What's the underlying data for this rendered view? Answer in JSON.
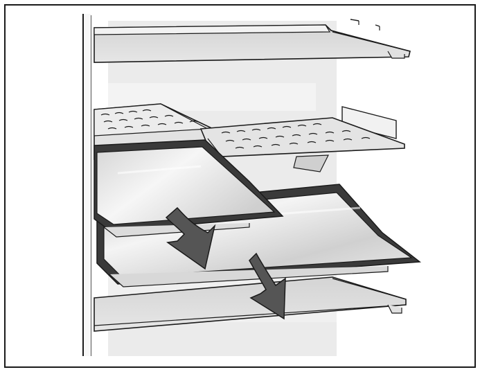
{
  "illustration": {
    "subject": "appliance-interior-shelves-with-pans",
    "elements": {
      "wall": "side-wall",
      "top_shelf": "glass-shelf",
      "rack_left": "perforated-rack",
      "rack_right": "perforated-rack",
      "pan_upper": "steel-pan",
      "pan_lower": "steel-pan",
      "bottom_shelf": "glass-shelf",
      "arrows": [
        "down-arrow",
        "down-arrow"
      ]
    },
    "colors": {
      "outline": "#1a1a1a",
      "background_panel": "#e8e8e8",
      "shelf_fill": "#d9d9d9",
      "pan_dark": "#3a3a3a",
      "pan_light": "#e4e4e4",
      "arrow": "#555555"
    }
  }
}
